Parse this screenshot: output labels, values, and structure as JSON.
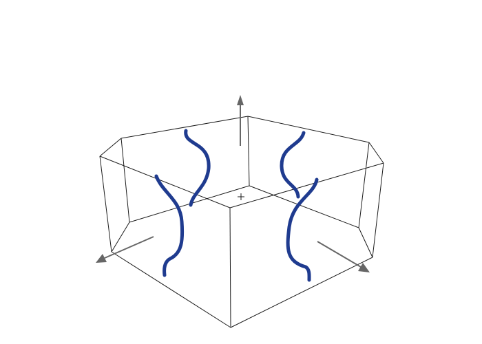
{
  "scene": {
    "type": "3d-bounding-box-plot",
    "box_color": "#1a1a1a",
    "axis_arrow_color": "#666666",
    "curve_color": "#1f3b8f",
    "curve_count": 4,
    "axes": [
      "x-axis-arrow",
      "y-axis-arrow",
      "z-axis-arrow"
    ],
    "center_marker": "plus-icon"
  }
}
